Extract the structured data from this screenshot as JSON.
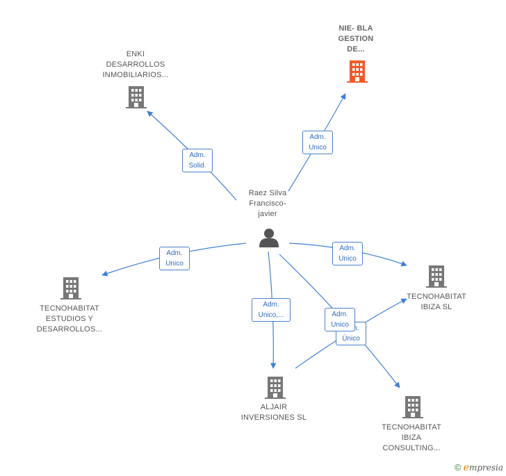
{
  "colors": {
    "edge": "#3f7fd6",
    "building": "#777777",
    "building_highlight": "#f05a28",
    "person": "#555555"
  },
  "center": {
    "name_lines": [
      "Raez Silva",
      "Francisco-",
      "javier"
    ],
    "icon": "person-icon"
  },
  "companies": [
    {
      "id": "enki",
      "lines": [
        "ENKI",
        "DESARROLLOS",
        "INMOBILIARIOS..."
      ],
      "icon": "building-icon",
      "highlight": false
    },
    {
      "id": "nie",
      "lines": [
        "NIE- BLA",
        "GESTION",
        "DE..."
      ],
      "icon": "building-icon",
      "highlight": true
    },
    {
      "id": "tecno-estudios",
      "lines": [
        "TECNOHABITAT",
        "ESTUDIOS Y",
        "DESARROLLOS..."
      ],
      "icon": "building-icon",
      "highlight": false
    },
    {
      "id": "tecno-ibiza",
      "lines": [
        "TECNOHABITAT",
        "IBIZA  SL"
      ],
      "icon": "building-icon",
      "highlight": false
    },
    {
      "id": "aljair",
      "lines": [
        "ALJAIR",
        "INVERSIONES SL"
      ],
      "icon": "building-icon",
      "highlight": false
    },
    {
      "id": "tecno-consulting",
      "lines": [
        "TECNOHABITAT",
        "IBIZA",
        "CONSULTING..."
      ],
      "icon": "building-icon",
      "highlight": false
    }
  ],
  "edges": [
    {
      "id": "e-enki",
      "label_lines": [
        "Adm.",
        "Solid."
      ]
    },
    {
      "id": "e-nie",
      "label_lines": [
        "Adm.",
        "Unico"
      ]
    },
    {
      "id": "e-estudios",
      "label_lines": [
        "Adm.",
        "Unico"
      ]
    },
    {
      "id": "e-ibiza",
      "label_lines": [
        "Adm.",
        "Unico"
      ]
    },
    {
      "id": "e-aljair",
      "label_lines": [
        "Adm.",
        "Unico,..."
      ]
    },
    {
      "id": "e-consulting",
      "label_lines": [
        "Adm.",
        "Unico"
      ]
    },
    {
      "id": "e-aljair-ibiza",
      "label_lines": [
        "Adm.",
        "Único"
      ]
    }
  ],
  "footer": {
    "copyright": "©",
    "brand_initial": "e",
    "brand_rest": "mpresia"
  }
}
